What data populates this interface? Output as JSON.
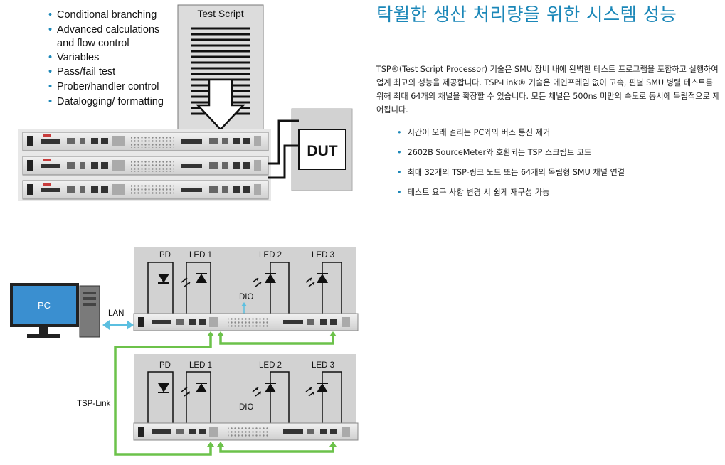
{
  "diagram1": {
    "bullets": [
      "Conditional branching",
      "Advanced calculations",
      "and flow control",
      "Variables",
      "Pass/fail test",
      "Prober/handler control",
      "Datalogging/ formatting"
    ],
    "script_title": "Test Script",
    "dut_label": "DUT"
  },
  "diagram2": {
    "pc_label": "PC",
    "lan_label": "LAN",
    "tsp_link_label": "TSP-Link",
    "pd_label": "PD",
    "led1_label": "LED 1",
    "led2_label": "LED 2",
    "led3_label": "LED 3",
    "dio_label": "DIO"
  },
  "article": {
    "title": "탁월한 생산 처리량을 위한 시스템 성능",
    "description": "TSP®(Test Script Processor) 기술은 SMU 장비 내에 완벽한 테스트 프로그램을 포함하고 실행하여 업계 최고의 성능을 제공합니다. TSP-Link® 기술은 메인프레임 없이 고속, 핀별 SMU 병렬 테스트를 위해 최대 64개의 채널을 확장할 수 있습니다. 모든 채널은 500ns 미만의 속도로 동시에 독립적으로 제어됩니다.",
    "bullet_glyph": "•",
    "features": [
      "시간이 오래 걸리는 PC와의 버스 통신 제거",
      "2602B SourceMeter와 호환되는 TSP 스크립트 코드",
      "최대 32개의 TSP-링크 노드 또는 64개의 독립형 SMU 채널 연결",
      "테스트 요구 사항 변경 시 쉽게 재구성 가능"
    ]
  },
  "colors": {
    "accent": "#1b87b8",
    "tsp_link_green": "#6cc24a",
    "lan_blue": "#5bbfe0",
    "pc_screen": "#3a8fd0",
    "panel_gray": "#d2d2d2"
  }
}
